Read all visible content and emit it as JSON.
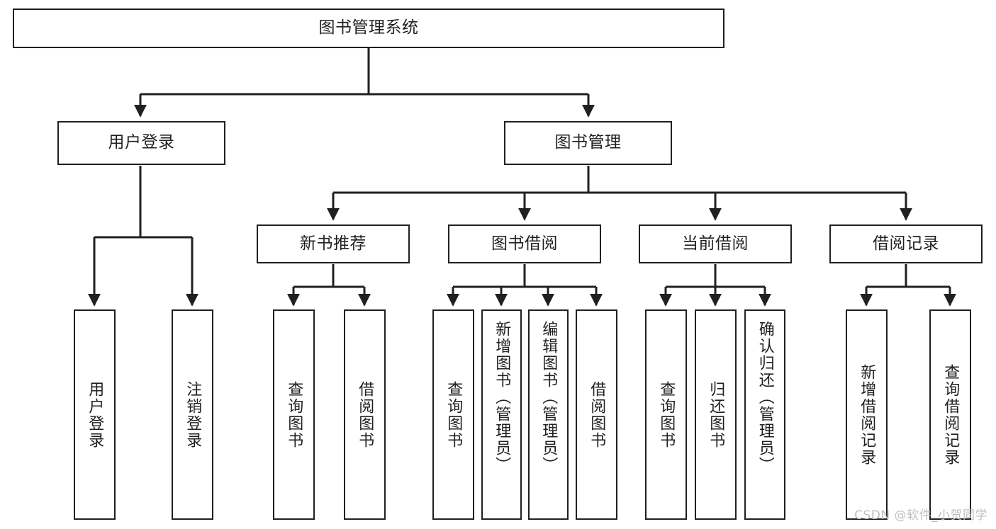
{
  "diagram": {
    "title": "图书管理系统",
    "type": "hierarchy-tree",
    "root": {
      "id": "root",
      "label": "图书管理系统",
      "level": 1
    },
    "level2": [
      {
        "id": "user-login",
        "label": "用户登录",
        "level": 2
      },
      {
        "id": "book-manage",
        "label": "图书管理",
        "level": 2
      }
    ],
    "level3": [
      {
        "id": "new-book-recommend",
        "label": "新书推荐",
        "level": 3,
        "parent": "book-manage"
      },
      {
        "id": "book-borrow",
        "label": "图书借阅",
        "level": 3,
        "parent": "book-manage"
      },
      {
        "id": "current-borrow",
        "label": "当前借阅",
        "level": 3,
        "parent": "book-manage"
      },
      {
        "id": "borrow-record",
        "label": "借阅记录",
        "level": 3,
        "parent": "book-manage"
      }
    ],
    "leaves": {
      "user_login": [
        {
          "id": "leaf-user-login",
          "label": "用户登录"
        },
        {
          "id": "leaf-logout",
          "label": "注销登录"
        }
      ],
      "new_book_recommend": [
        {
          "id": "leaf-query-book-1",
          "label": "查询图书"
        },
        {
          "id": "leaf-borrow-book-1",
          "label": "借阅图书"
        }
      ],
      "book_borrow": [
        {
          "id": "leaf-query-book-2",
          "label": "查询图书"
        },
        {
          "id": "leaf-add-book-admin",
          "label": "新增图书（管理员）"
        },
        {
          "id": "leaf-edit-book-admin",
          "label": "编辑图书（管理员）"
        },
        {
          "id": "leaf-borrow-book-2",
          "label": "借阅图书"
        }
      ],
      "current_borrow": [
        {
          "id": "leaf-query-book-3",
          "label": "查询图书"
        },
        {
          "id": "leaf-return-book",
          "label": "归还图书"
        },
        {
          "id": "leaf-confirm-return-admin",
          "label": "确认归还（管理员）"
        }
      ],
      "borrow_record": [
        {
          "id": "leaf-add-borrow-record",
          "label": "新增借阅记录"
        },
        {
          "id": "leaf-query-borrow-record",
          "label": "查询借阅记录"
        }
      ]
    },
    "colors": {
      "stroke": "#231f20",
      "fill": "#ffffff",
      "background": "#ffffff",
      "watermark": "#bfbfbf"
    }
  },
  "watermark": {
    "text": "CSDN @软件_小贺同学"
  }
}
